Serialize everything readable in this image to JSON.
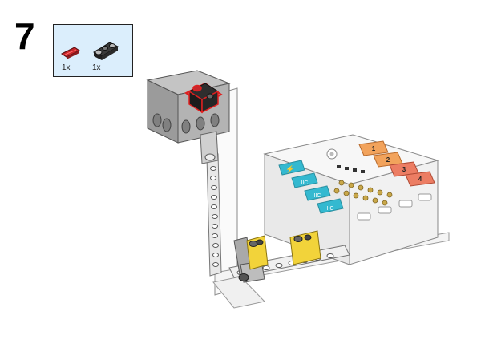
{
  "step": {
    "number": "7"
  },
  "parts_list": [
    {
      "icon": "red-axle-icon",
      "quantity": "1x"
    },
    {
      "icon": "black-beam-connector-icon",
      "quantity": "1x"
    }
  ],
  "controller": {
    "i2c_ports": [
      "IIC",
      "IIC",
      "IIC"
    ],
    "motor_ports": [
      "1",
      "2",
      "3",
      "4"
    ]
  },
  "colors": {
    "callout_bg": "#dbeefc",
    "highlight": "#e02020",
    "port_cyan": "#34b9d0",
    "port_orange": "#f2a35c",
    "port_salmon": "#ec7d63",
    "beam_yellow": "#f2d33a",
    "servo_gray": "#9a9a9a"
  }
}
